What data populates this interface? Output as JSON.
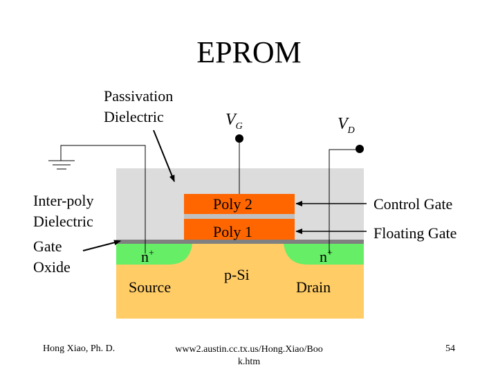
{
  "slide": {
    "title": "EPROM",
    "footer_left": "Hong Xiao, Ph. D.",
    "footer_center": "www2.austin.cc.tx.us/HongXiao/Book.htm",
    "footer_center_line1": "www2.austin.cc.tx.us/Hong.Xiao/Boo",
    "footer_center_line2": "k.htm",
    "page_number": "54"
  },
  "labels": {
    "passivation_line1": "Passivation",
    "passivation_line2": "Dielectric",
    "vg_main": "V",
    "vg_sub": "G",
    "vd_main": "V",
    "vd_sub": "D",
    "interpoly_line1": "Inter-poly",
    "interpoly_line2": "Dielectric",
    "gateoxide_line1": "Gate",
    "gateoxide_line2": "Oxide",
    "poly2": "Poly 2",
    "poly1": "Poly 1",
    "control_gate": "Control Gate",
    "floating_gate": "Floating Gate",
    "n_source": "n",
    "n_drain": "n",
    "n_sup": "+",
    "psi": "p-Si",
    "source": "Source",
    "drain": "Drain"
  },
  "colors": {
    "passivation": "#dcdcdc",
    "poly": "#ff6600",
    "interpoly": "#c0c0c0",
    "gate_oxide": "#808080",
    "n_plus": "#66ee66",
    "substrate": "#ffcc66"
  }
}
